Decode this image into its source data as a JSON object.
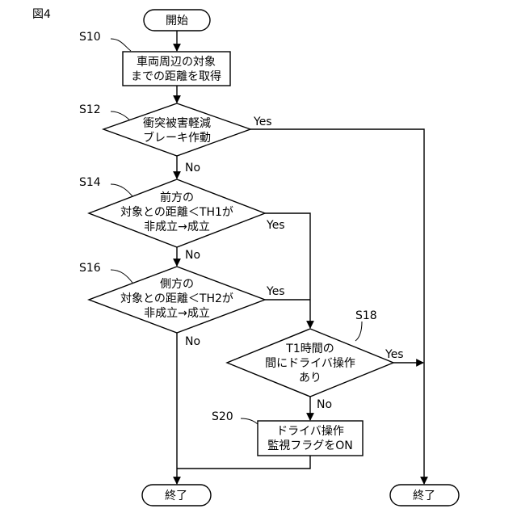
{
  "figure_label": "図4",
  "nodes": {
    "start": {
      "text": "開始"
    },
    "s10": {
      "step": "S10",
      "lines": [
        "車両周辺の対象",
        "までの距離を取得"
      ]
    },
    "s12": {
      "step": "S12",
      "lines": [
        "衝突被害軽減",
        "ブレーキ作動"
      ]
    },
    "s14": {
      "step": "S14",
      "lines": [
        "前方の",
        "対象との距離＜TH1が",
        "非成立→成立"
      ]
    },
    "s16": {
      "step": "S16",
      "lines": [
        "側方の",
        "対象との距離＜TH2が",
        "非成立→成立"
      ]
    },
    "s18": {
      "step": "S18",
      "lines": [
        "T1時間の",
        "間にドライバ操作",
        "あり"
      ]
    },
    "s20": {
      "step": "S20",
      "lines": [
        "ドライバ操作",
        "監視フラグをON"
      ]
    },
    "end_left": {
      "text": "終了"
    },
    "end_right": {
      "text": "終了"
    }
  },
  "branch_labels": {
    "s12_yes": "Yes",
    "s12_no": "No",
    "s14_yes": "Yes",
    "s14_no": "No",
    "s16_yes": "Yes",
    "s16_no": "No",
    "s18_yes": "Yes",
    "s18_no": "No"
  }
}
